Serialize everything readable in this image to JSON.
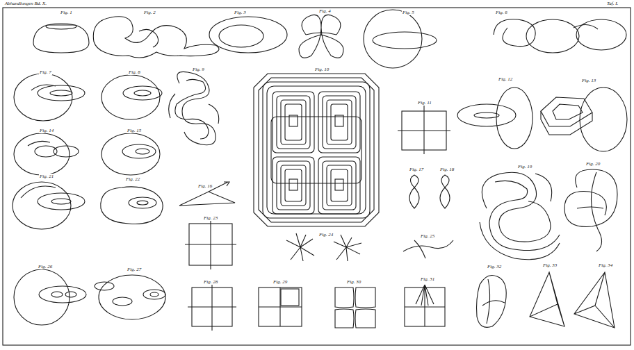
{
  "diagram": {
    "labels": [
      "Abhandlungen Bd. X.",
      "Taf. I.",
      "Fig. 1",
      "Fig. 2",
      "Fig. 3",
      "Fig. 4",
      "Fig. 5",
      "Fig. 6",
      "Fig. 7",
      "Fig. 8",
      "Fig. 9",
      "Fig. 10",
      "Fig. 11",
      "Fig. 12",
      "Fig. 13",
      "Fig. 14",
      "Fig. 15",
      "Fig. 16",
      "Fig. 17",
      "Fig. 18",
      "Fig. 19",
      "Fig. 20",
      "Fig. 21",
      "Fig. 22",
      "Fig. 23",
      "Fig. 24",
      "Fig. 25",
      "Fig. 26",
      "Fig. 27",
      "Fig. 28",
      "Fig. 29",
      "Fig. 30",
      "Fig. 31",
      "Fig. 32",
      "Fig. 33",
      "Fig. 34"
    ]
  }
}
